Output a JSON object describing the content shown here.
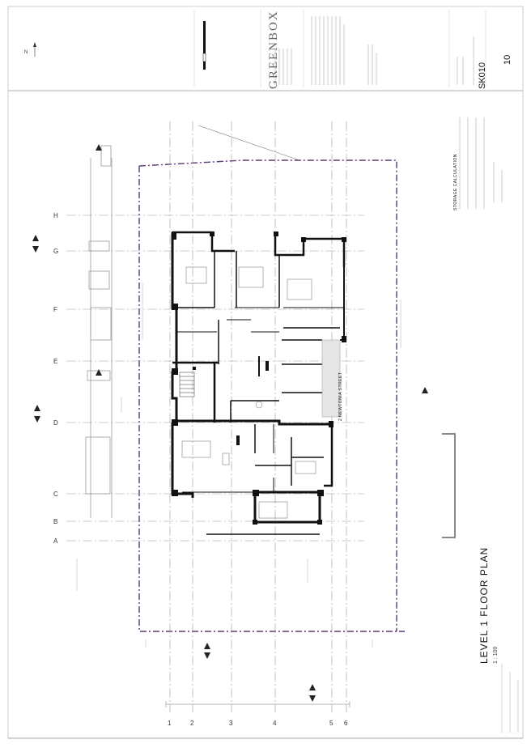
{
  "title_block": {
    "brand": "GREENBOX",
    "sheet_number": "10",
    "drawing_number": "SK010"
  },
  "plan": {
    "title": "LEVEL 1 FLOOR PLAN",
    "scale": "1 : 100",
    "street_name": "2 NEWTONIA STREET",
    "storage_heading": "STORAGE CALCULATION"
  },
  "grid": {
    "letters": [
      "H",
      "G",
      "F",
      "E",
      "D",
      "C",
      "B",
      "A"
    ],
    "numbers": [
      "1",
      "2",
      "3",
      "4",
      "5",
      "6"
    ]
  },
  "north": "N"
}
